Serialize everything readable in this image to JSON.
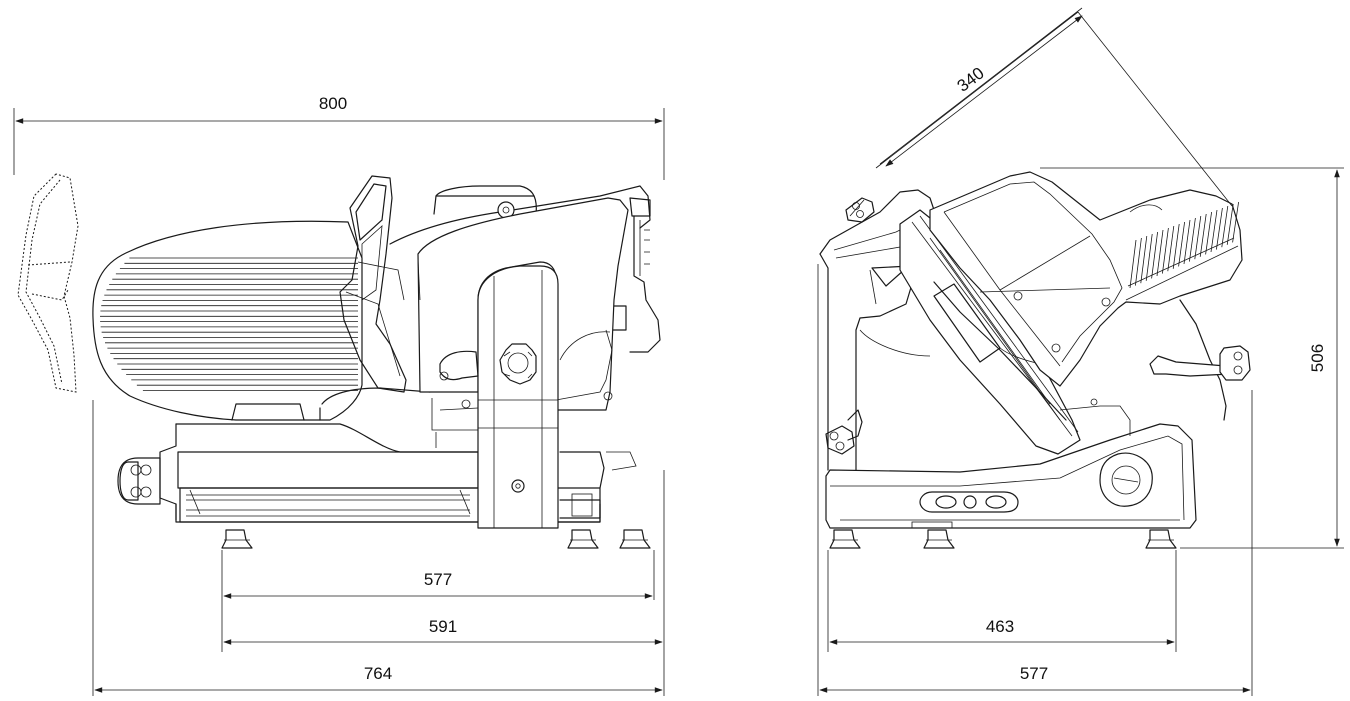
{
  "drawing": {
    "front_view": {
      "dim_overall_width": "800",
      "dim_base_width": "764",
      "dim_feet_outer": "591",
      "dim_feet_inner": "577"
    },
    "side_view": {
      "dim_blade_diameter": "340",
      "dim_height": "506",
      "dim_depth": "577",
      "dim_feet_span": "463"
    }
  }
}
